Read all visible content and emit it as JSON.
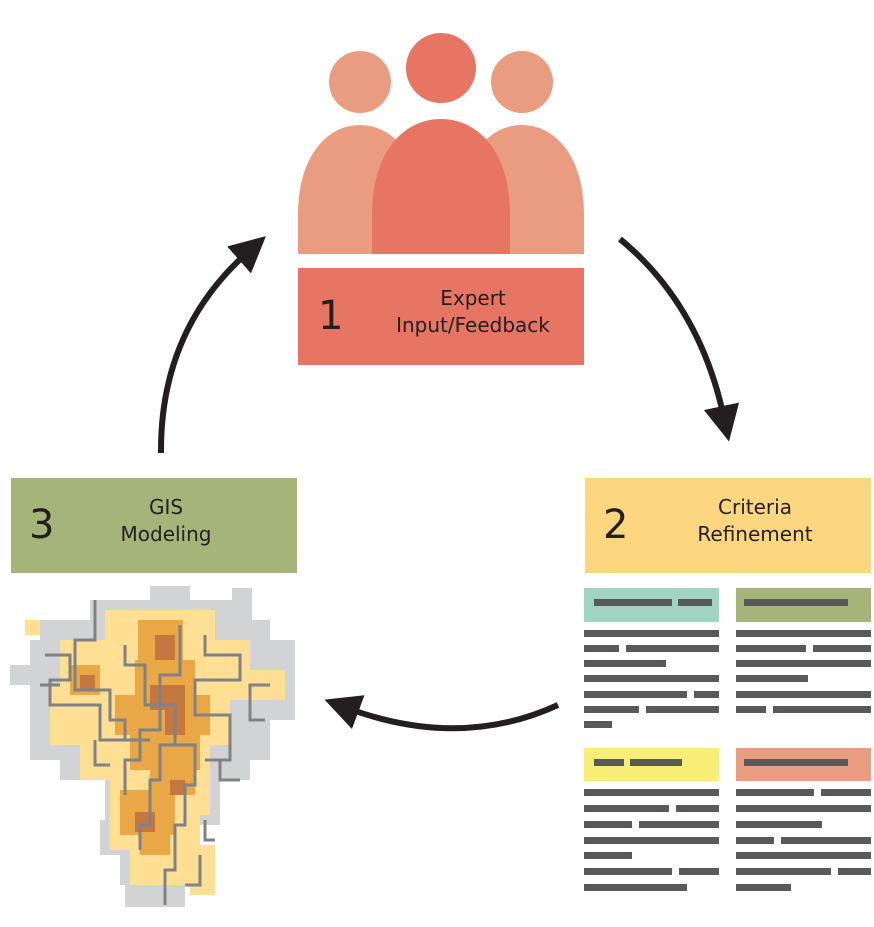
{
  "steps": [
    {
      "number": "1",
      "line1": "Expert",
      "line2": "Input/Feedback",
      "color": "#e67663"
    },
    {
      "number": "2",
      "line1": "Criteria",
      "line2": "Refinement",
      "color": "#fdd77f"
    },
    {
      "number": "3",
      "line1": "GIS",
      "line2": "Modeling",
      "color": "#a5b57a"
    }
  ],
  "icons": {
    "step1": "people-group-icon",
    "step2": "criteria-documents-icon",
    "step3": "gis-grid-map-icon"
  },
  "colors": {
    "arrow": "#231f20",
    "person_front": "#e67663",
    "person_back": "#ea9c80",
    "doc_text": "#58595b",
    "doc_header_teal": "#9fd4c2",
    "doc_header_olive": "#a5b57a",
    "doc_header_yellow": "#f8ee75",
    "doc_header_salmon": "#e89c80",
    "map_gray": "#d1d3d4",
    "map_light": "#fedf93",
    "map_mid": "#e9a745",
    "map_dark": "#c4783f",
    "map_lines": "#808285"
  }
}
